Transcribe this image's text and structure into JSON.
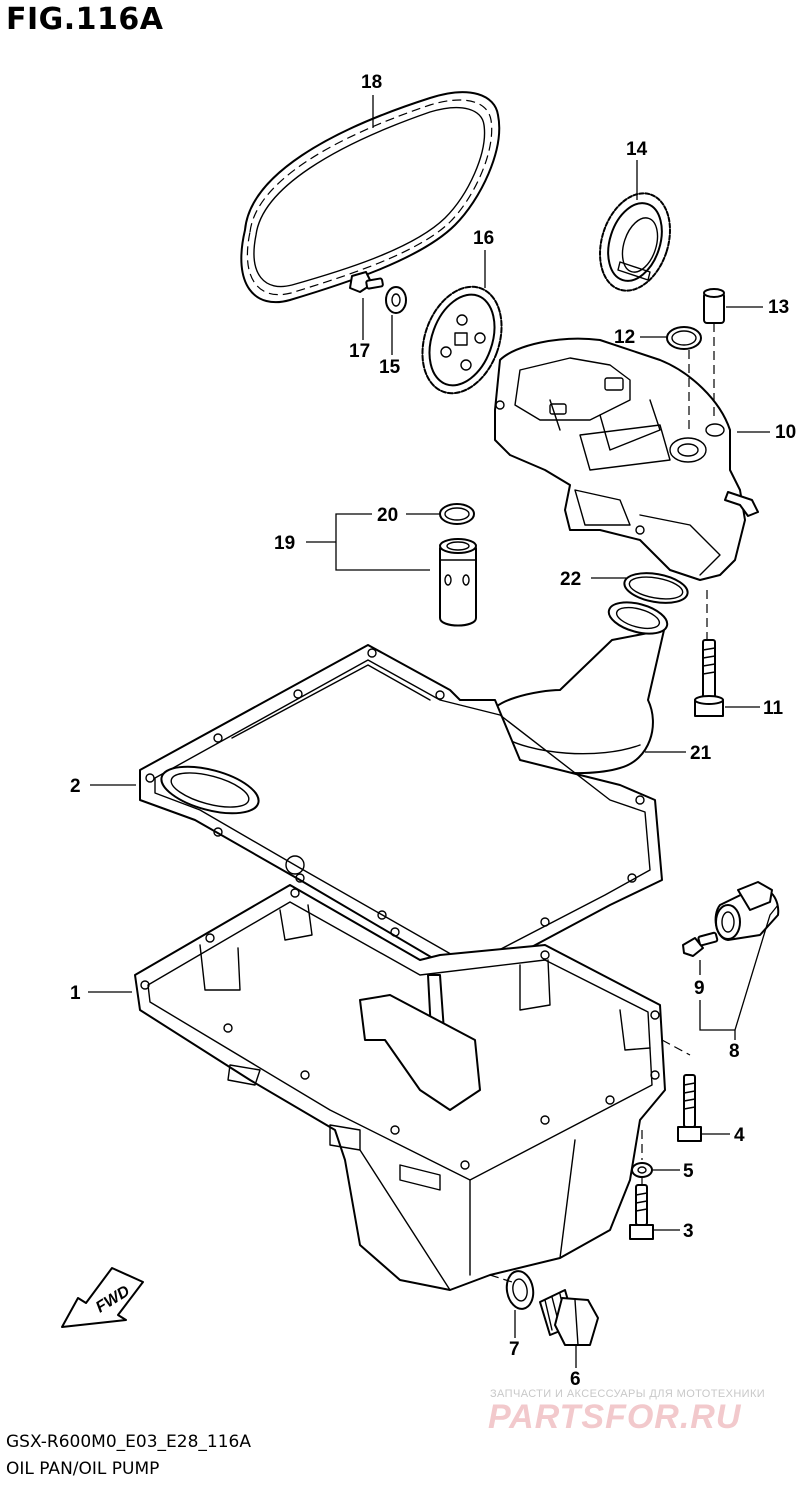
{
  "figure": {
    "title": "FIG.116A",
    "code": "GSX-R600M0_E03_E28_116A",
    "description": "OIL PAN/OIL PUMP"
  },
  "parts": [
    {
      "num": "1",
      "component": "oil-pan"
    },
    {
      "num": "2",
      "component": "oil-pan-gasket"
    },
    {
      "num": "3",
      "component": "bolt"
    },
    {
      "num": "4",
      "component": "bolt"
    },
    {
      "num": "5",
      "component": "washer"
    },
    {
      "num": "6",
      "component": "drain-plug"
    },
    {
      "num": "7",
      "component": "gasket"
    },
    {
      "num": "8",
      "component": "oil-pressure-switch-set"
    },
    {
      "num": "9",
      "component": "bolt"
    },
    {
      "num": "10",
      "component": "oil-pump"
    },
    {
      "num": "11",
      "component": "bolt"
    },
    {
      "num": "12",
      "component": "o-ring"
    },
    {
      "num": "13",
      "component": "pin"
    },
    {
      "num": "14",
      "component": "gear"
    },
    {
      "num": "15",
      "component": "washer"
    },
    {
      "num": "16",
      "component": "sprocket"
    },
    {
      "num": "17",
      "component": "bolt"
    },
    {
      "num": "18",
      "component": "chain"
    },
    {
      "num": "19",
      "component": "pipe-set"
    },
    {
      "num": "20",
      "component": "o-ring"
    },
    {
      "num": "21",
      "component": "strainer"
    },
    {
      "num": "22",
      "component": "o-ring"
    }
  ],
  "fwd_arrow_label": "FWD",
  "watermark": {
    "tagline": "ЗАПЧАСТИ И АКСЕССУАРЫ ДЛЯ МОТОТЕХНИКИ",
    "logo": "PARTSFOR.RU"
  }
}
